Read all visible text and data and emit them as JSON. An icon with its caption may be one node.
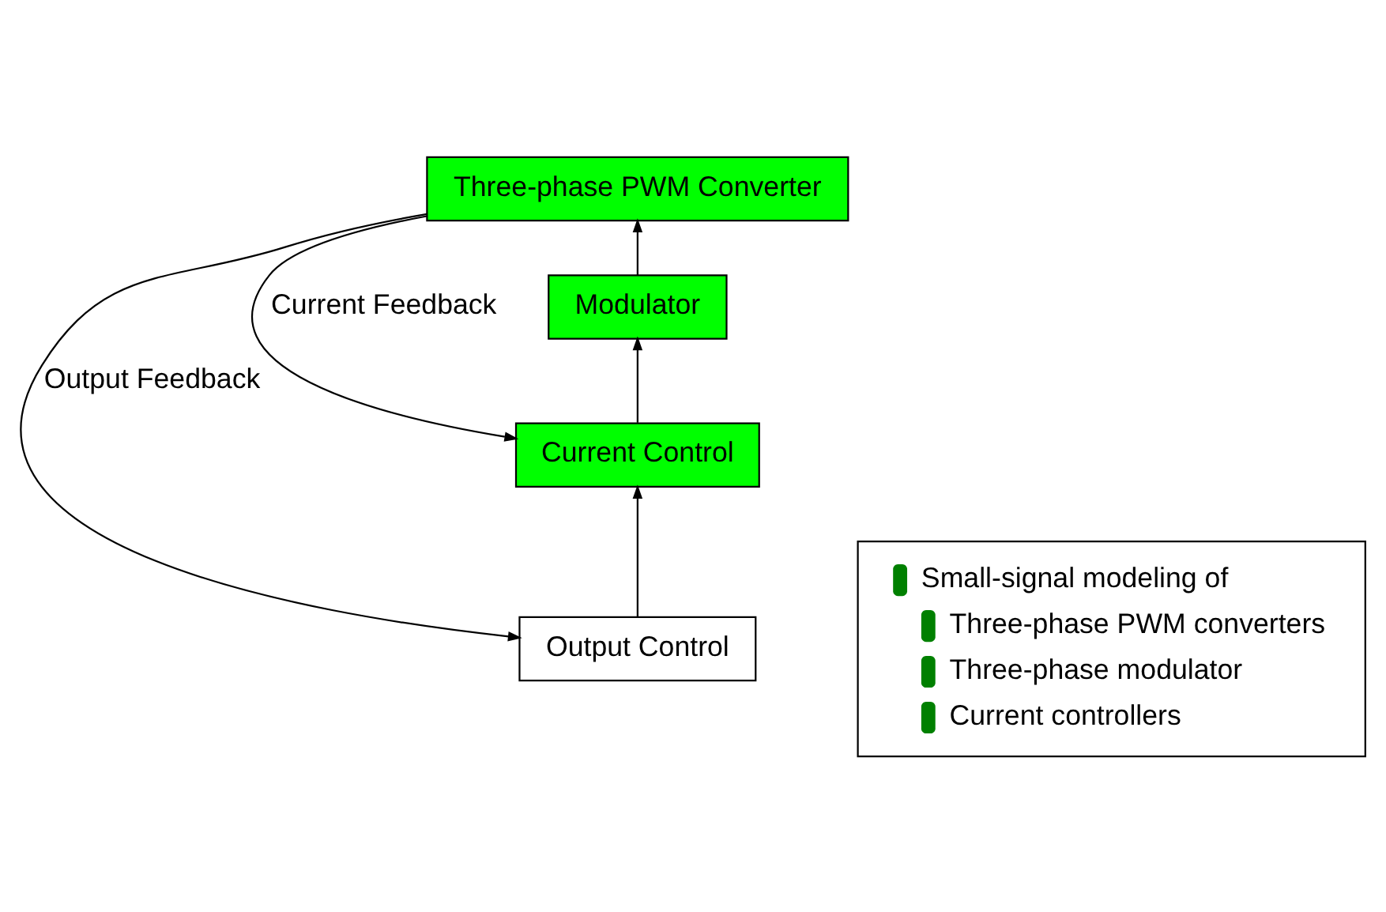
{
  "diagram": {
    "nodes": [
      {
        "text": [
          "Three-phase PWM Converter"
        ]
      },
      {
        "text": [
          "Modulator"
        ]
      },
      {
        "text": [
          "Current Control"
        ]
      },
      {
        "text": [
          "Output Control"
        ]
      },
      {
        "text": [
          "Small-signal modeling of",
          "Three-phase PWM converters",
          "Three-phase modulator",
          "Current controllers"
        ]
      }
    ],
    "edges": [
      {
        "from": 1,
        "to": 0,
        "arrow": "to"
      },
      {
        "from": 2,
        "to": 1,
        "arrow": "to"
      },
      {
        "from": 3,
        "to": 2,
        "arrow": "to"
      },
      {
        "from": 0,
        "to": 2,
        "arrow": "to",
        "label": "Current Feedback"
      },
      {
        "from": 0,
        "to": 3,
        "arrow": "to",
        "label": "Output Feedback"
      }
    ]
  }
}
